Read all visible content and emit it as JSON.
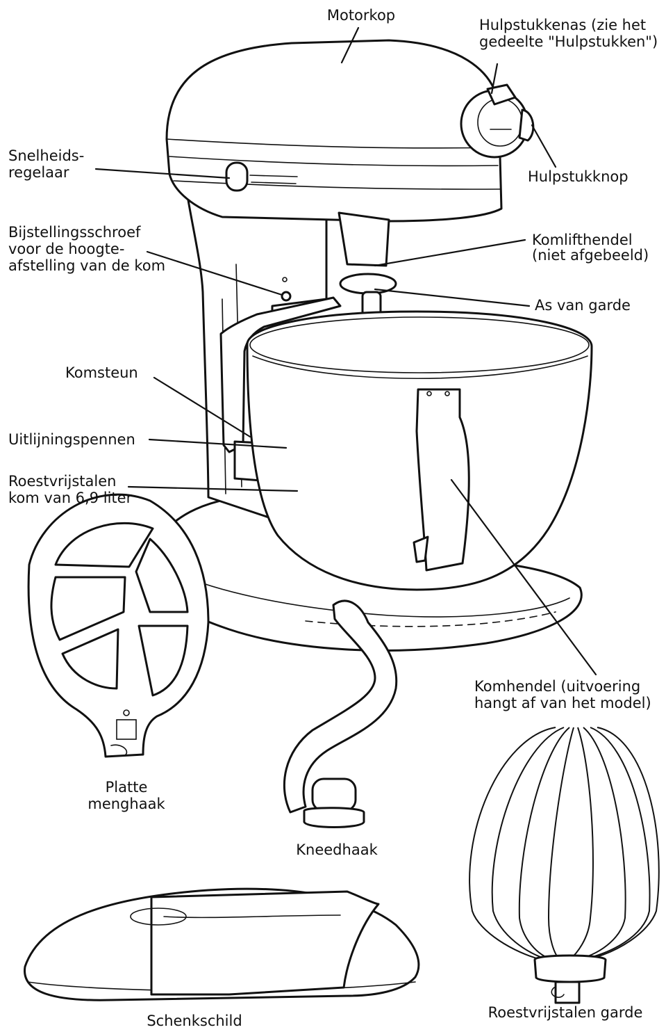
{
  "labels": {
    "motorkop": "Motorkop",
    "hulpstukkenas_1": "Hulpstukkenas (zie het",
    "hulpstukkenas_2": "gedeelte \"Hulpstukken\")",
    "hulpstukknop": "Hulpstukknop",
    "snelheid_1": "Snelheids-",
    "snelheid_2": "regelaar",
    "bijstelling_1": "Bijstellingsschroef",
    "bijstelling_2": "voor de hoogte-",
    "bijstelling_3": "afstelling van de kom",
    "komlift_1": "Komlifthendel",
    "komlift_2": "(niet afgebeeld)",
    "as_garde": "As van garde",
    "komsteun": "Komsteun",
    "uitlijning": "Uitlijningspennen",
    "kom_1": "Roestvrijstalen",
    "kom_2": "kom van 6,9 liter",
    "komhendel_1": "Komhendel (uitvoering",
    "komhendel_2": "hangt af van het model)",
    "platte_1": "Platte",
    "platte_2": "menghaak",
    "kneedhaak": "Kneedhaak",
    "garde": "Roestvrijstalen garde",
    "schenkschild": "Schenkschild"
  },
  "icons": {
    "mixer": "stand-mixer-illustration",
    "flat_beater": "flat-beater-icon",
    "dough_hook": "dough-hook-icon",
    "wire_whip": "wire-whip-icon",
    "pouring_shield": "pouring-shield-icon"
  },
  "colors": {
    "line": "#111111",
    "background": "#ffffff"
  }
}
